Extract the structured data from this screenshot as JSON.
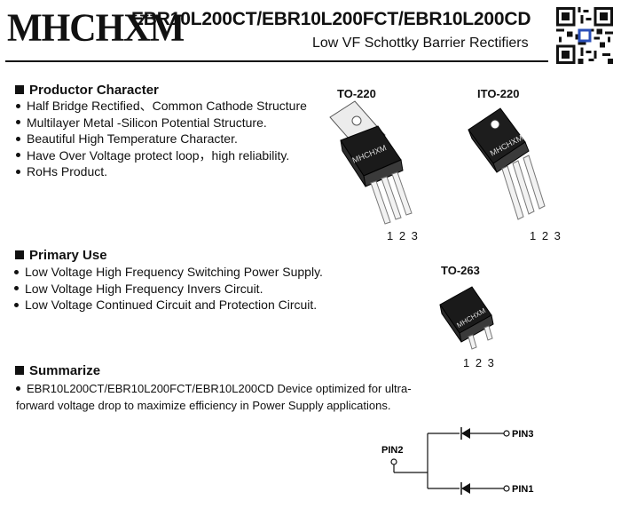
{
  "header": {
    "logo": "MHCHXM",
    "part_numbers": "EBR10L200CT/EBR10L200FCT/EBR10L200CD",
    "subtitle": "Low VF Schottky Barrier Rectifiers"
  },
  "productor_character": {
    "heading": "Productor Character",
    "items": [
      "Half Bridge Rectified、Common Cathode Structure",
      "Multilayer Metal -Silicon Potential Structure.",
      "Beautiful High Temperature Character.",
      "Have Over Voltage protect loop，high  reliability.",
      "RoHs Product."
    ]
  },
  "primary_use": {
    "heading": "Primary Use",
    "items": [
      "Low Voltage High Frequency Switching Power Supply.",
      "Low Voltage High Frequency  Invers Circuit.",
      "Low Voltage Continued  Circuit and Protection Circuit."
    ]
  },
  "summarize": {
    "heading": "Summarize",
    "text": "EBR10L200CT/EBR10L200FCT/EBR10L200CD Device optimized for ultra-forward voltage drop to maximize efficiency in Power Supply applications."
  },
  "packages": {
    "to220": {
      "label": "TO-220",
      "pins": "1 2 3",
      "marking": "MHCHXM"
    },
    "ito220": {
      "label": "ITO-220",
      "pins": "1 2 3",
      "marking": "MHCHXM"
    },
    "to263": {
      "label": "TO-263",
      "pins": "1 2 3",
      "marking": "MHCHXM"
    }
  },
  "pin_diagram": {
    "pin2": "PIN2",
    "pin3": "PIN3",
    "pin1": "PIN1"
  },
  "icons": [
    "qr-code-icon",
    "square-bullet-icon",
    "round-bullet-icon",
    "diode-symbol-icon"
  ]
}
